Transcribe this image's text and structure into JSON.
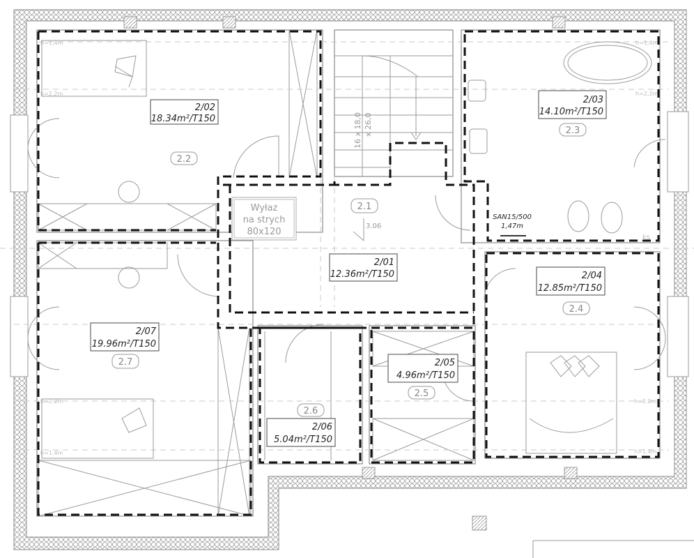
{
  "rooms": [
    {
      "number": "2/01",
      "area": "12.36m²/T150",
      "tag": "2.1"
    },
    {
      "number": "2/02",
      "area": "18.34m²/T150",
      "tag": "2.2"
    },
    {
      "number": "2/03",
      "area": "14.10m²/T150",
      "tag": "2.3"
    },
    {
      "number": "2/04",
      "area": "12.85m²/T150",
      "tag": "2.4"
    },
    {
      "number": "2/05",
      "area": "4.96m²/T150",
      "tag": "2.5"
    },
    {
      "number": "2/06",
      "area": "5.04m²/T150",
      "tag": "2.6"
    },
    {
      "number": "2/07",
      "area": "19.96m²/T150",
      "tag": "2.7"
    }
  ],
  "attic_hatch": {
    "line1": "Wyłaz",
    "line2": "na strych",
    "line3": "80x120"
  },
  "stairs": {
    "line1": "16 x 18,0",
    "line2": "x 26,0"
  },
  "elevation": "3.06",
  "radiator": {
    "model": "SAN15/500",
    "length": "1,47m"
  },
  "heights": {
    "low": "h=1,4m",
    "high": "h=2,2m",
    "high_alt": "h=2.2m",
    "low_alt": "h=1.4m"
  },
  "ks_label": "ks"
}
